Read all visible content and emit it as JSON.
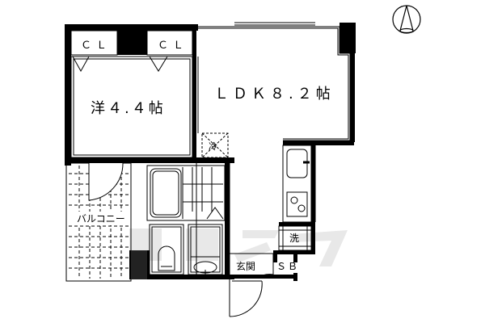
{
  "floorplan": {
    "rooms": {
      "western_room": "洋４.４帖",
      "ldk": "ＬＤＫ８.２帖",
      "balcony": "バルコニー",
      "entrance": "玄関",
      "shoe_box": "ＳＢ",
      "closet_1": "ＣＬ",
      "closet_2": "ＣＬ",
      "refrigerator": "冷",
      "washer": "洗"
    },
    "compass": "north-arrow",
    "watermark": "京都ライフ",
    "colors": {
      "wall": "#000000",
      "background": "#ffffff",
      "watermark": "#e6e6e6"
    }
  }
}
